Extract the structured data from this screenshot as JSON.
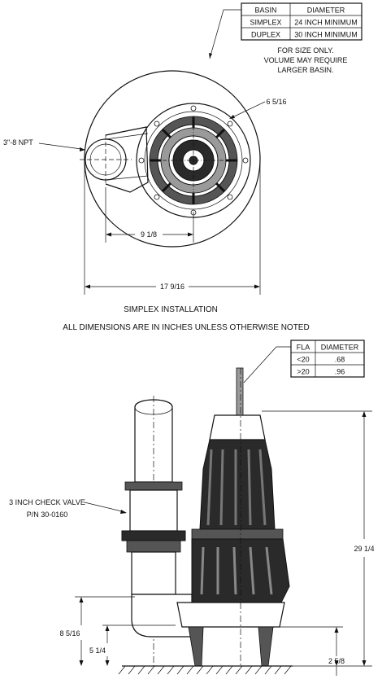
{
  "basin_table": {
    "headers": [
      "BASIN",
      "DIAMETER"
    ],
    "rows": [
      [
        "SIMPLEX",
        "24 INCH MINIMUM"
      ],
      [
        "DUPLEX",
        "30 INCH MINIMUM"
      ]
    ],
    "note": [
      "FOR SIZE ONLY.",
      "VOLUME MAY REQUIRE",
      "LARGER BASIN."
    ]
  },
  "top_view": {
    "pipe_label": "3\"-8 NPT",
    "dim_pump_dia": "6 5/16",
    "dim_center": "9 1/8",
    "dim_overall": "17 9/16"
  },
  "captions": {
    "installation": "SIMPLEX INSTALLATION",
    "units_note": "ALL DIMENSIONS ARE IN INCHES UNLESS OTHERWISE NOTED"
  },
  "fla_table": {
    "headers": [
      "FLA",
      "DIAMETER"
    ],
    "rows": [
      [
        "<20",
        ".68"
      ],
      [
        ">20",
        ".96"
      ]
    ]
  },
  "side_view": {
    "valve_label": [
      "3 INCH CHECK VALVE",
      "P/N 30-0160"
    ],
    "dim_height": "29 1/4",
    "dim_discharge": "8 5/16",
    "dim_inlet": "5 1/4",
    "dim_base": "2 5/8"
  }
}
